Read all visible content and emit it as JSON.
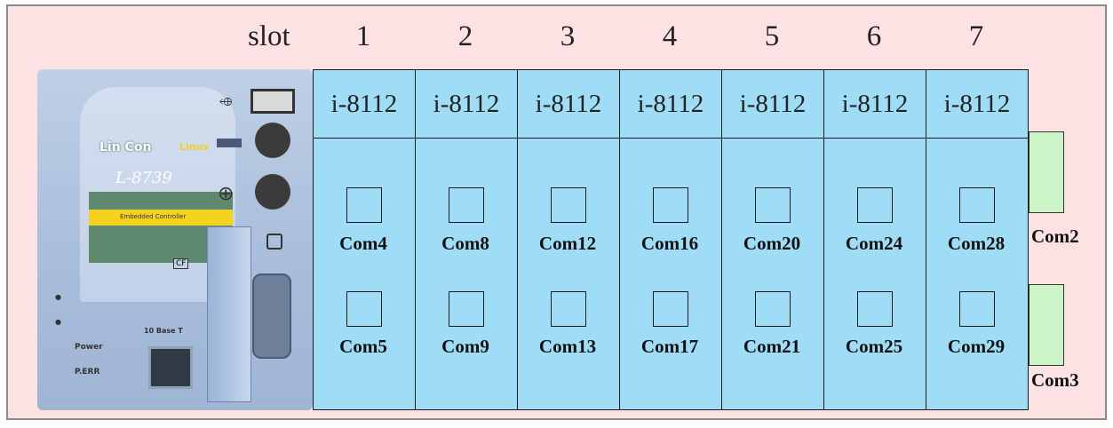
{
  "header": {
    "slot_label": "slot"
  },
  "slots": [
    {
      "number": "1",
      "module": "i-8112",
      "com_a": "Com4",
      "com_b": "Com5"
    },
    {
      "number": "2",
      "module": "i-8112",
      "com_a": "Com8",
      "com_b": "Com9"
    },
    {
      "number": "3",
      "module": "i-8112",
      "com_a": "Com12",
      "com_b": "Com13"
    },
    {
      "number": "4",
      "module": "i-8112",
      "com_a": "Com16",
      "com_b": "Com17"
    },
    {
      "number": "5",
      "module": "i-8112",
      "com_a": "Com20",
      "com_b": "Com21"
    },
    {
      "number": "6",
      "module": "i-8112",
      "com_a": "Com24",
      "com_b": "Com25"
    },
    {
      "number": "7",
      "module": "i-8112",
      "com_a": "Com28",
      "com_b": "Com29"
    }
  ],
  "side_ports": {
    "upper": "Com2",
    "lower": "Com3"
  },
  "controller": {
    "brand": "Lin Con",
    "os": "Linux",
    "model": "L-8739",
    "subtitle": "Embedded Controller",
    "cf_label": "CF",
    "ethernet_label": "10 Base T",
    "led_power": "Power",
    "led_perr": "P.ERR"
  },
  "colors": {
    "background": "#fde2e4",
    "slot_fill": "#9fdcf5",
    "side_port_fill": "#ccf5c7",
    "controller_body": "#a9bedb",
    "controller_badge": "#5f8a70",
    "controller_stripe": "#f4d21d"
  },
  "icons": [
    "usb-icon",
    "keyboard-icon",
    "mouse-icon",
    "vga-icon",
    "ethernet-icon"
  ]
}
